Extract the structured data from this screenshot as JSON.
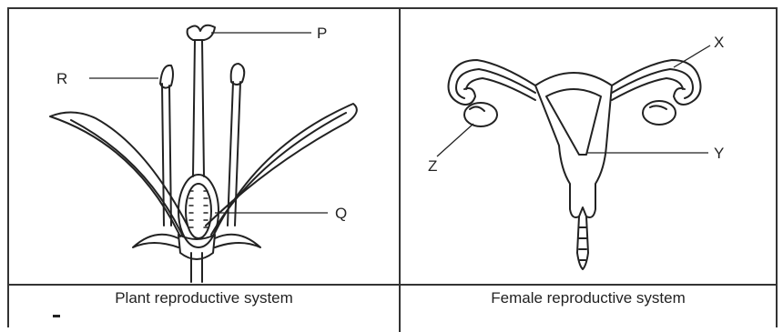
{
  "plant": {
    "caption": "Plant reproductive system",
    "labels": {
      "p": "P",
      "q": "Q",
      "r": "R"
    }
  },
  "female": {
    "caption": "Female reproductive system",
    "labels": {
      "x": "X",
      "y": "Y",
      "z": "Z"
    }
  },
  "footer": {
    "mark": "-"
  }
}
